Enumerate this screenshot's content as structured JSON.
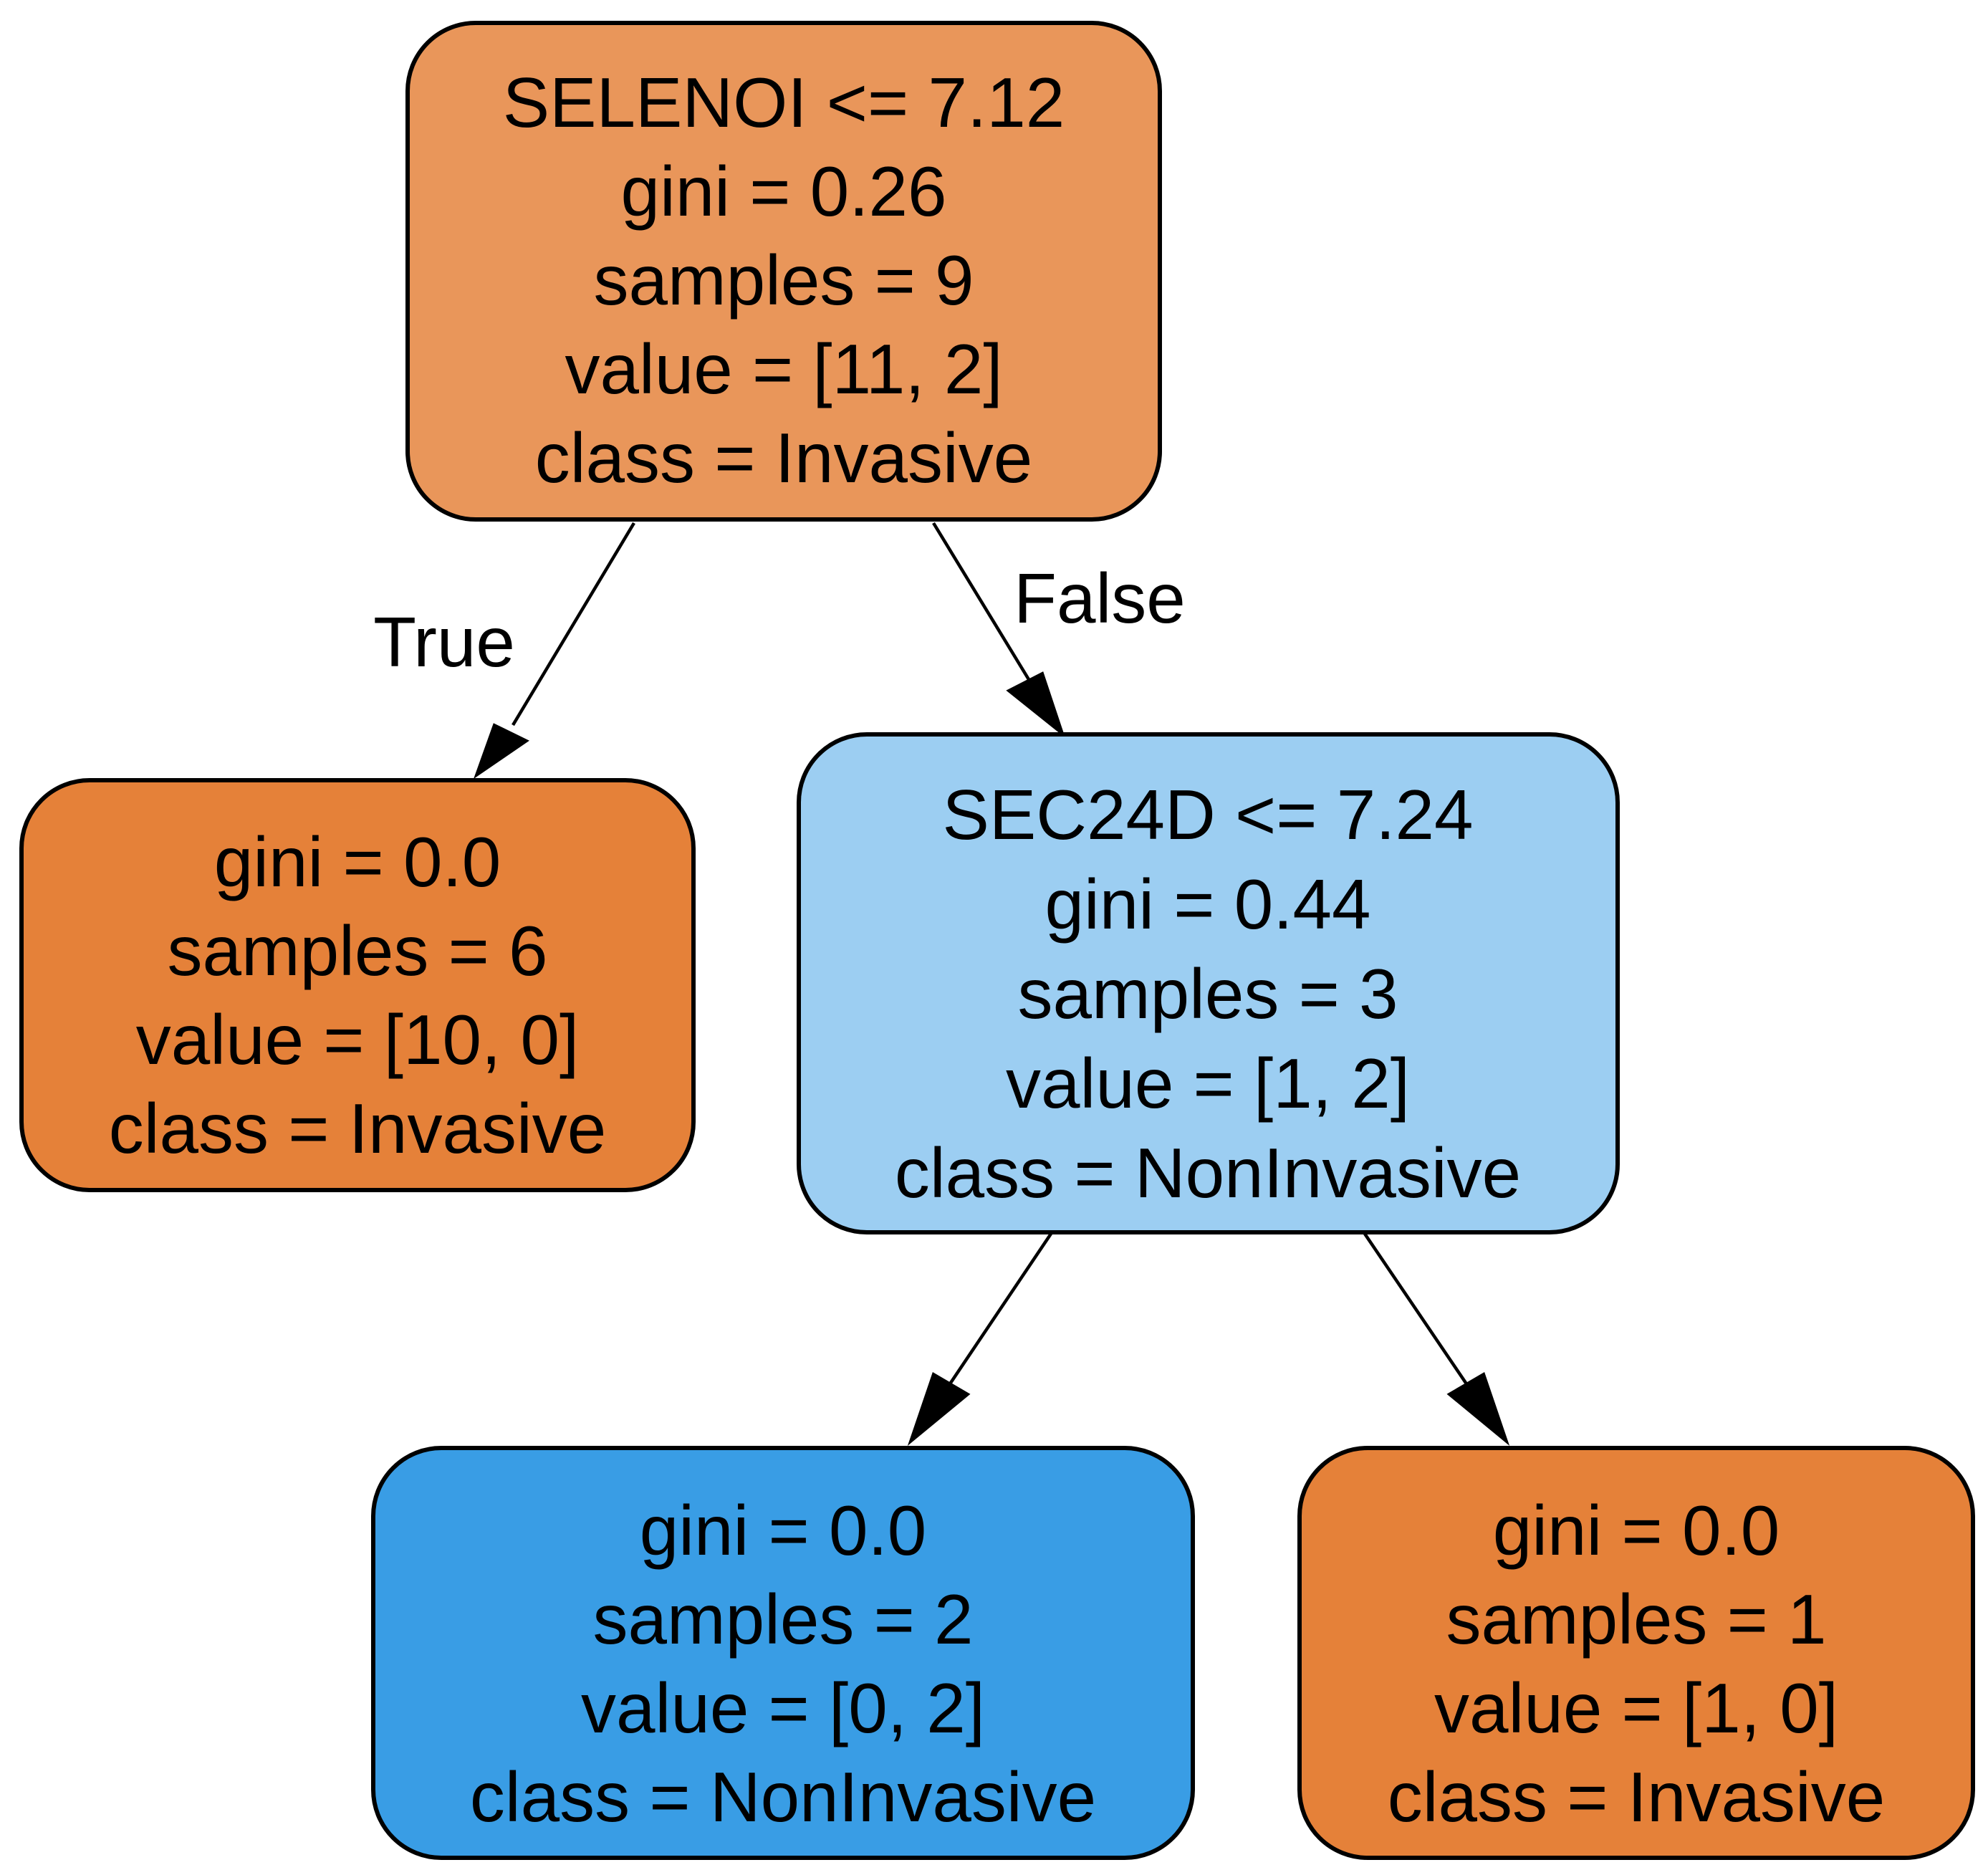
{
  "nodes": [
    {
      "id": "root",
      "lines": [
        "SELENOI <= 7.12",
        "gini = 0.26",
        "samples = 9",
        "value = [11, 2]",
        "class = Invasive"
      ],
      "fill": "#e9965a"
    },
    {
      "id": "left-leaf",
      "lines": [
        "gini = 0.0",
        "samples = 6",
        "value = [10, 0]",
        "class = Invasive"
      ],
      "fill": "#e58139"
    },
    {
      "id": "right-split",
      "lines": [
        "SEC24D <= 7.24",
        "gini = 0.44",
        "samples = 3",
        "value = [1, 2]",
        "class = NonInvasive"
      ],
      "fill": "#9ccef2"
    },
    {
      "id": "right-left-leaf",
      "lines": [
        "gini = 0.0",
        "samples = 2",
        "value = [0, 2]",
        "class = NonInvasive"
      ],
      "fill": "#399de5"
    },
    {
      "id": "right-right-leaf",
      "lines": [
        "gini = 0.0",
        "samples = 1",
        "value = [1, 0]",
        "class = Invasive"
      ],
      "fill": "#e58139"
    }
  ],
  "edges": [
    {
      "from": "root",
      "to": "left-leaf",
      "label": "True"
    },
    {
      "from": "root",
      "to": "right-split",
      "label": "False"
    },
    {
      "from": "right-split",
      "to": "right-left-leaf",
      "label": ""
    },
    {
      "from": "right-split",
      "to": "right-right-leaf",
      "label": ""
    }
  ]
}
